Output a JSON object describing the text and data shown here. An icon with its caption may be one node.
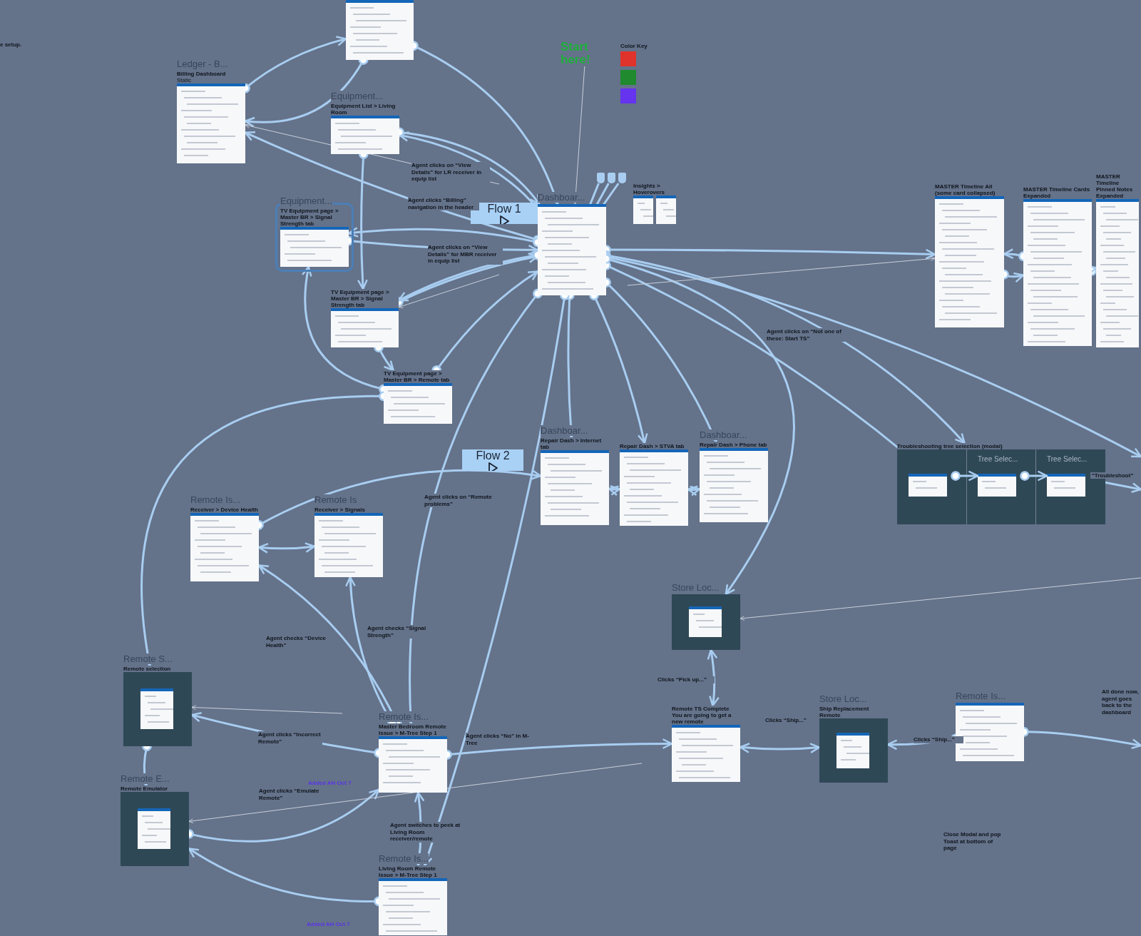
{
  "diagram": {
    "nodes": [
      {
        "text": [],
        "shape": "picture"
      },
      {
        "text": [
          "Billing Dashboard",
          "Static"
        ],
        "beside": [
          "Ledger - B..."
        ]
      },
      {
        "text": [
          "Equipment List > Living Room"
        ],
        "beside": [
          "Equipment..."
        ]
      },
      {
        "text": [
          "TV Equipment page > Master BR > Signal Strength tab"
        ],
        "beside": [
          "Equipment..."
        ]
      },
      {
        "text": [
          "TV Equipment page > Master BR > Signal Strength tab"
        ]
      },
      {
        "text": [
          "TV Equipment page > Master BR > Remote tab"
        ]
      },
      {
        "text": [],
        "shape": "picture",
        "beside": [
          "Dashboar..."
        ]
      },
      {
        "text": [
          "Insights > Hoverovers"
        ]
      },
      {
        "text": [
          "MASTER Timeline All (some card collapsed)"
        ]
      },
      {
        "text": [
          "MASTER Timeline Cards Expanded"
        ]
      },
      {
        "text": [
          "MASTER Timeline Pinned Notes Expanded"
        ]
      },
      {
        "text": [
          "Repair Dash > Internet tab"
        ],
        "beside": [
          "Dashboar..."
        ]
      },
      {
        "text": [
          "Repair Dash > STVA tab"
        ]
      },
      {
        "text": [
          "Repair Dash > Phone tab"
        ],
        "beside": [
          "Dashboar..."
        ]
      },
      {
        "text": [
          "Troubleshooting tree selection (modal)"
        ]
      },
      {
        "text": [],
        "shape": "picture",
        "in": 14
      },
      {
        "text": [
          "Tree Selec..."
        ],
        "in": 14
      },
      {
        "text": [
          "Tree Selec..."
        ],
        "in": 14
      },
      {
        "text": [
          "Receiver > Device Health"
        ],
        "beside": [
          "Remote Is..."
        ]
      },
      {
        "text": [
          "Receiver > Signals"
        ],
        "beside": [
          "Remote Is"
        ]
      },
      {
        "text": [],
        "shape": "picture",
        "beside": [
          "Store Loc..."
        ]
      },
      {
        "text": [
          "Remote selection"
        ],
        "beside": [
          "Remote S..."
        ]
      },
      {
        "text": [
          "Remote Emulator"
        ],
        "beside": [
          "Remote E..."
        ]
      },
      {
        "text": [
          "Master Bedroom Remote Issue > M-Tree Step 1"
        ],
        "beside": [
          "Remote Is..."
        ]
      },
      {
        "text": [
          "Living Room Remote Issue > M-Tree Step 1"
        ],
        "beside": [
          "Remote Is..."
        ]
      },
      {
        "text": [
          "Remote TS Complete You are going to get a new remote"
        ]
      },
      {
        "text": [
          "Ship Replacement Remote"
        ],
        "beside": [
          "Store Loc..."
        ]
      },
      {
        "text": [],
        "shape": "picture",
        "beside": [
          "Remote Is..."
        ]
      },
      {
        "text": [
          "Flow 1"
        ]
      },
      {
        "text": [
          "Flow 2"
        ]
      },
      {
        "text": [
          "Start here!"
        ]
      },
      {
        "text": [],
        "shape": "box"
      },
      {
        "text": [],
        "shape": "box"
      },
      {
        "text": [],
        "shape": "box"
      }
    ],
    "edges": [
      {
        "from": 1,
        "to": 0,
        "arrow": "to"
      },
      {
        "from": 0,
        "to": 1,
        "arrow": "to"
      },
      {
        "from": 0,
        "to": 6,
        "arrow": "to"
      },
      {
        "from": 6,
        "to": 1,
        "arrow": "to"
      },
      {
        "from": 6,
        "to": 2,
        "arrow": "to"
      },
      {
        "from": 2,
        "to": 6,
        "arrow": "to"
      },
      {
        "from": 3,
        "to": 6,
        "arrow": "to"
      },
      {
        "from": 6,
        "to": 3,
        "arrow": "to"
      },
      {
        "from": 4,
        "to": 6,
        "arrow": "to"
      },
      {
        "from": 6,
        "to": 4,
        "arrow": "to"
      },
      {
        "from": 5,
        "to": 6,
        "arrow": "to"
      },
      {
        "from": 2,
        "to": 4,
        "arrow": "to"
      },
      {
        "from": 4,
        "to": 5,
        "arrow": "to"
      },
      {
        "from": 5,
        "to": 3,
        "arrow": "to"
      },
      {
        "from": 6,
        "to": 8,
        "arrow": "to"
      },
      {
        "from": 9,
        "to": 8,
        "arrow": "to"
      },
      {
        "from": 8,
        "to": 9,
        "arrow": "to"
      },
      {
        "from": 9,
        "to": 10,
        "arrow": "to"
      },
      {
        "from": 6,
        "to": 11,
        "arrow": "to"
      },
      {
        "from": 6,
        "to": 12,
        "arrow": "to"
      },
      {
        "from": 6,
        "to": 13,
        "arrow": "to"
      },
      {
        "from": 6,
        "to": 14,
        "arrow": "to"
      },
      {
        "from": 6,
        "to": 15,
        "arrow": "to"
      },
      {
        "from": 6,
        "to": null,
        "arrow": "to"
      },
      {
        "from": 15,
        "to": 16,
        "arrow": "to"
      },
      {
        "from": 16,
        "to": 17,
        "arrow": "to"
      },
      {
        "from": 17,
        "to": null,
        "arrow": "to",
        "label": "“Troubleshoot”"
      },
      {
        "from": 11,
        "to": 12,
        "arrow": "both"
      },
      {
        "from": 12,
        "to": 13,
        "arrow": "both"
      },
      {
        "from": 18,
        "to": 19,
        "arrow": "both"
      },
      {
        "from": 18,
        "to": 11,
        "arrow": "to"
      },
      {
        "from": 5,
        "to": 21,
        "arrow": "to"
      },
      {
        "from": 23,
        "to": 21,
        "arrow": "to"
      },
      {
        "from": 21,
        "to": 22,
        "arrow": "to"
      },
      {
        "from": 22,
        "to": 23,
        "arrow": "to"
      },
      {
        "from": 24,
        "to": 22,
        "arrow": "to"
      },
      {
        "from": 23,
        "to": 24,
        "arrow": "both"
      },
      {
        "from": 23,
        "to": 25,
        "arrow": "to"
      },
      {
        "from": 25,
        "to": 26,
        "arrow": "both"
      },
      {
        "from": 27,
        "to": 26,
        "arrow": "to"
      },
      {
        "from": 25,
        "to": 20,
        "arrow": "both"
      },
      {
        "from": 6,
        "to": 20,
        "arrow": "to"
      },
      {
        "from": 23,
        "to": 18,
        "arrow": "to"
      },
      {
        "from": 23,
        "to": 19,
        "arrow": "to"
      },
      {
        "from": 6,
        "to": 23,
        "arrow": "to"
      },
      {
        "from": 6,
        "to": 24,
        "arrow": "to"
      },
      {
        "from": 27,
        "to": null,
        "arrow": "to"
      },
      {
        "from": 30,
        "to": 6,
        "arrow": "to",
        "color": "#c9d0da"
      },
      {
        "from": 31,
        "to": 6,
        "arrow": "none"
      },
      {
        "from": 32,
        "to": 6,
        "arrow": "none"
      },
      {
        "from": 33,
        "to": 6,
        "arrow": "none"
      },
      {
        "from": null,
        "to": 1,
        "arrow": "to",
        "color": "#c9d0da"
      },
      {
        "from": null,
        "to": 4,
        "arrow": "to",
        "color": "#c9d0da"
      },
      {
        "from": null,
        "to": 8,
        "arrow": "to",
        "color": "#c9d0da"
      },
      {
        "from": null,
        "to": 20,
        "arrow": "to",
        "color": "#c9d0da"
      },
      {
        "from": null,
        "to": 21,
        "arrow": "to",
        "color": "#c9d0da"
      },
      {
        "from": null,
        "to": 22,
        "arrow": "to",
        "color": "#c9d0da"
      }
    ],
    "labels": [
      "e setup.",
      "Color Key",
      "Agent clicks on “View Details” for LR receiver in equip list",
      "Agent clicks “Billing” navigation in the header",
      "Agent clicks on “View Details” for MBR receiver in equip list",
      "Agent clicks on “Not one of these: Start TS”",
      "Agent clicks on “Remote problems”",
      "Agent checks “Device Health”",
      "Agent checks “Signal Strength”",
      "Clicks “Pick up...”",
      "Clicks “Ship...”",
      "Clicks “Ship...”",
      "All done now, agent goes back to the dashboard",
      "Agent clicks “Incorrect Remote”",
      "Agent clicks “No” in M-Tree",
      "Added AH Oct 7",
      "Agent clicks “Emulate Remote”",
      "Agent switches to peek at Living Room receiver/remote",
      "Close Modal and pop Toast at bottom of page",
      "Added AH Oct 7"
    ]
  }
}
